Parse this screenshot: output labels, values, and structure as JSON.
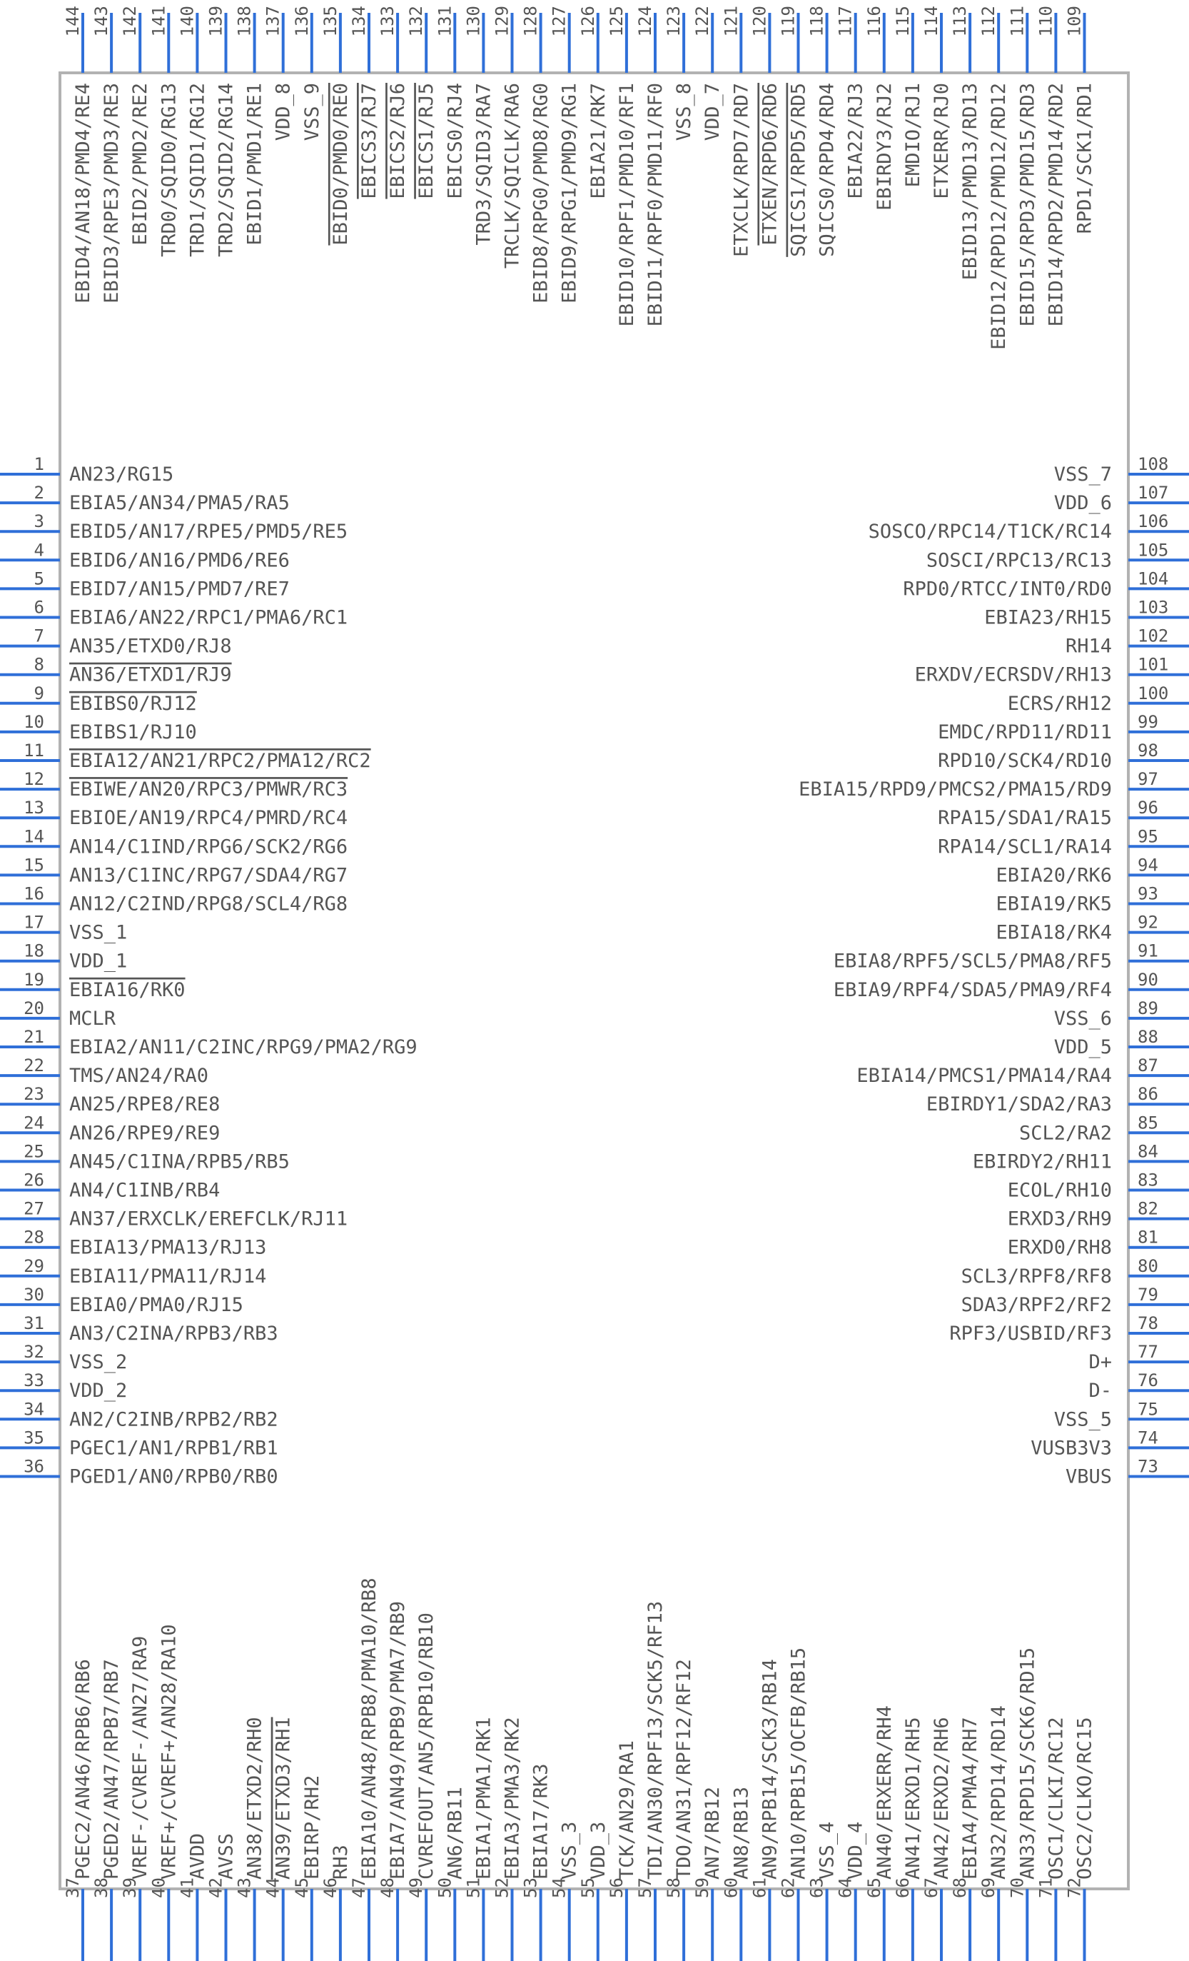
{
  "colors": {
    "pin": "#2f6fd8",
    "body_stroke": "#b2b2b2",
    "text": "#555555"
  },
  "overbars": [
    "AN36/ETXD1/RJ9",
    "EBIBS0/RJ12",
    "EBIA12/AN21/RPC2/PMA12/RC2",
    "EBIWE/AN20/RPC3/PMWR/RC3",
    "EBIA16/RK0",
    "EBID0/PMD0/RE0",
    "EBICS3/RJ7",
    "EBICS2/RJ6",
    "EBICS1/RJ5",
    "ETXEN/RPD6/RD6",
    "SQICS1/RPD5/RD5",
    "AN39/ETXD3/RH1"
  ],
  "left": [
    {
      "n": "1",
      "label": "AN23/RG15"
    },
    {
      "n": "2",
      "label": "EBIA5/AN34/PMA5/RA5"
    },
    {
      "n": "3",
      "label": "EBID5/AN17/RPE5/PMD5/RE5"
    },
    {
      "n": "4",
      "label": "EBID6/AN16/PMD6/RE6"
    },
    {
      "n": "5",
      "label": "EBID7/AN15/PMD7/RE7"
    },
    {
      "n": "6",
      "label": "EBIA6/AN22/RPC1/PMA6/RC1"
    },
    {
      "n": "7",
      "label": "AN35/ETXD0/RJ8"
    },
    {
      "n": "8",
      "label": "AN36/ETXD1/RJ9"
    },
    {
      "n": "9",
      "label": "EBIBS0/RJ12"
    },
    {
      "n": "10",
      "label": "EBIBS1/RJ10"
    },
    {
      "n": "11",
      "label": "EBIA12/AN21/RPC2/PMA12/RC2"
    },
    {
      "n": "12",
      "label": "EBIWE/AN20/RPC3/PMWR/RC3"
    },
    {
      "n": "13",
      "label": "EBIOE/AN19/RPC4/PMRD/RC4"
    },
    {
      "n": "14",
      "label": "AN14/C1IND/RPG6/SCK2/RG6"
    },
    {
      "n": "15",
      "label": "AN13/C1INC/RPG7/SDA4/RG7"
    },
    {
      "n": "16",
      "label": "AN12/C2IND/RPG8/SCL4/RG8"
    },
    {
      "n": "17",
      "label": "VSS_1"
    },
    {
      "n": "18",
      "label": "VDD_1"
    },
    {
      "n": "19",
      "label": "EBIA16/RK0"
    },
    {
      "n": "20",
      "label": "MCLR"
    },
    {
      "n": "21",
      "label": "EBIA2/AN11/C2INC/RPG9/PMA2/RG9"
    },
    {
      "n": "22",
      "label": "TMS/AN24/RA0"
    },
    {
      "n": "23",
      "label": "AN25/RPE8/RE8"
    },
    {
      "n": "24",
      "label": "AN26/RPE9/RE9"
    },
    {
      "n": "25",
      "label": "AN45/C1INA/RPB5/RB5"
    },
    {
      "n": "26",
      "label": "AN4/C1INB/RB4"
    },
    {
      "n": "27",
      "label": "AN37/ERXCLK/EREFCLK/RJ11"
    },
    {
      "n": "28",
      "label": "EBIA13/PMA13/RJ13"
    },
    {
      "n": "29",
      "label": "EBIA11/PMA11/RJ14"
    },
    {
      "n": "30",
      "label": "EBIA0/PMA0/RJ15"
    },
    {
      "n": "31",
      "label": "AN3/C2INA/RPB3/RB3"
    },
    {
      "n": "32",
      "label": "VSS_2"
    },
    {
      "n": "33",
      "label": "VDD_2"
    },
    {
      "n": "34",
      "label": "AN2/C2INB/RPB2/RB2"
    },
    {
      "n": "35",
      "label": "PGEC1/AN1/RPB1/RB1"
    },
    {
      "n": "36",
      "label": "PGED1/AN0/RPB0/RB0"
    }
  ],
  "right": [
    {
      "n": "108",
      "label": "VSS_7"
    },
    {
      "n": "107",
      "label": "VDD_6"
    },
    {
      "n": "106",
      "label": "SOSCO/RPC14/T1CK/RC14"
    },
    {
      "n": "105",
      "label": "SOSCI/RPC13/RC13"
    },
    {
      "n": "104",
      "label": "RPD0/RTCC/INT0/RD0"
    },
    {
      "n": "103",
      "label": "EBIA23/RH15"
    },
    {
      "n": "102",
      "label": "RH14"
    },
    {
      "n": "101",
      "label": "ERXDV/ECRSDV/RH13"
    },
    {
      "n": "100",
      "label": "ECRS/RH12"
    },
    {
      "n": "99",
      "label": "EMDC/RPD11/RD11"
    },
    {
      "n": "98",
      "label": "RPD10/SCK4/RD10"
    },
    {
      "n": "97",
      "label": "EBIA15/RPD9/PMCS2/PMA15/RD9"
    },
    {
      "n": "96",
      "label": "RPA15/SDA1/RA15"
    },
    {
      "n": "95",
      "label": "RPA14/SCL1/RA14"
    },
    {
      "n": "94",
      "label": "EBIA20/RK6"
    },
    {
      "n": "93",
      "label": "EBIA19/RK5"
    },
    {
      "n": "92",
      "label": "EBIA18/RK4"
    },
    {
      "n": "91",
      "label": "EBIA8/RPF5/SCL5/PMA8/RF5"
    },
    {
      "n": "90",
      "label": "EBIA9/RPF4/SDA5/PMA9/RF4"
    },
    {
      "n": "89",
      "label": "VSS_6"
    },
    {
      "n": "88",
      "label": "VDD_5"
    },
    {
      "n": "87",
      "label": "EBIA14/PMCS1/PMA14/RA4"
    },
    {
      "n": "86",
      "label": "EBIRDY1/SDA2/RA3"
    },
    {
      "n": "85",
      "label": "SCL2/RA2"
    },
    {
      "n": "84",
      "label": "EBIRDY2/RH11"
    },
    {
      "n": "83",
      "label": "ECOL/RH10"
    },
    {
      "n": "82",
      "label": "ERXD3/RH9"
    },
    {
      "n": "81",
      "label": "ERXD0/RH8"
    },
    {
      "n": "80",
      "label": "SCL3/RPF8/RF8"
    },
    {
      "n": "79",
      "label": "SDA3/RPF2/RF2"
    },
    {
      "n": "78",
      "label": "RPF3/USBID/RF3"
    },
    {
      "n": "77",
      "label": "D+"
    },
    {
      "n": "76",
      "label": "D-"
    },
    {
      "n": "75",
      "label": "VSS_5"
    },
    {
      "n": "74",
      "label": "VUSB3V3"
    },
    {
      "n": "73",
      "label": "VBUS"
    }
  ],
  "top": [
    {
      "n": "144",
      "label": "EBID4/AN18/PMD4/RE4"
    },
    {
      "n": "143",
      "label": "EBID3/RPE3/PMD3/RE3"
    },
    {
      "n": "142",
      "label": "EBID2/PMD2/RE2"
    },
    {
      "n": "141",
      "label": "TRD0/SQID0/RG13"
    },
    {
      "n": "140",
      "label": "TRD1/SQID1/RG12"
    },
    {
      "n": "139",
      "label": "TRD2/SQID2/RG14"
    },
    {
      "n": "138",
      "label": "EBID1/PMD1/RE1"
    },
    {
      "n": "137",
      "label": "VDD_8"
    },
    {
      "n": "136",
      "label": "VSS_9"
    },
    {
      "n": "135",
      "label": "EBID0/PMD0/RE0"
    },
    {
      "n": "134",
      "label": "EBICS3/RJ7"
    },
    {
      "n": "133",
      "label": "EBICS2/RJ6"
    },
    {
      "n": "132",
      "label": "EBICS1/RJ5"
    },
    {
      "n": "131",
      "label": "EBICS0/RJ4"
    },
    {
      "n": "130",
      "label": "TRD3/SQID3/RA7"
    },
    {
      "n": "129",
      "label": "TRCLK/SQICLK/RA6"
    },
    {
      "n": "128",
      "label": "EBID8/RPG0/PMD8/RG0"
    },
    {
      "n": "127",
      "label": "EBID9/RPG1/PMD9/RG1"
    },
    {
      "n": "126",
      "label": "EBIA21/RK7"
    },
    {
      "n": "125",
      "label": "EBID10/RPF1/PMD10/RF1"
    },
    {
      "n": "124",
      "label": "EBID11/RPF0/PMD11/RF0"
    },
    {
      "n": "123",
      "label": "VSS_8"
    },
    {
      "n": "122",
      "label": "VDD_7"
    },
    {
      "n": "121",
      "label": "ETXCLK/RPD7/RD7"
    },
    {
      "n": "120",
      "label": "ETXEN/RPD6/RD6"
    },
    {
      "n": "119",
      "label": "SQICS1/RPD5/RD5"
    },
    {
      "n": "118",
      "label": "SQICS0/RPD4/RD4"
    },
    {
      "n": "117",
      "label": "EBIA22/RJ3"
    },
    {
      "n": "116",
      "label": "EBIRDY3/RJ2"
    },
    {
      "n": "115",
      "label": "EMDIO/RJ1"
    },
    {
      "n": "114",
      "label": "ETXERR/RJ0"
    },
    {
      "n": "113",
      "label": "EBID13/PMD13/RD13"
    },
    {
      "n": "112",
      "label": "EBID12/RPD12/PMD12/RD12"
    },
    {
      "n": "111",
      "label": "EBID15/RPD3/PMD15/RD3"
    },
    {
      "n": "110",
      "label": "EBID14/RPD2/PMD14/RD2"
    },
    {
      "n": "109",
      "label": "RPD1/SCK1/RD1"
    }
  ],
  "bottom": [
    {
      "n": "37",
      "label": "PGEC2/AN46/RPB6/RB6"
    },
    {
      "n": "38",
      "label": "PGED2/AN47/RPB7/RB7"
    },
    {
      "n": "39",
      "label": "VREF-/CVREF-/AN27/RA9"
    },
    {
      "n": "40",
      "label": "VREF+/CVREF+/AN28/RA10"
    },
    {
      "n": "41",
      "label": "AVDD"
    },
    {
      "n": "42",
      "label": "AVSS"
    },
    {
      "n": "43",
      "label": "AN38/ETXD2/RH0"
    },
    {
      "n": "44",
      "label": "AN39/ETXD3/RH1"
    },
    {
      "n": "45",
      "label": "EBIRP/RH2"
    },
    {
      "n": "46",
      "label": "RH3"
    },
    {
      "n": "47",
      "label": "EBIA10/AN48/RPB8/PMA10/RB8"
    },
    {
      "n": "48",
      "label": "EBIA7/AN49/RPB9/PMA7/RB9"
    },
    {
      "n": "49",
      "label": "CVREFOUT/AN5/RPB10/RB10"
    },
    {
      "n": "50",
      "label": "AN6/RB11"
    },
    {
      "n": "51",
      "label": "EBIA1/PMA1/RK1"
    },
    {
      "n": "52",
      "label": "EBIA3/PMA3/RK2"
    },
    {
      "n": "53",
      "label": "EBIA17/RK3"
    },
    {
      "n": "54",
      "label": "VSS_3"
    },
    {
      "n": "55",
      "label": "VDD_3"
    },
    {
      "n": "56",
      "label": "TCK/AN29/RA1"
    },
    {
      "n": "57",
      "label": "TDI/AN30/RPF13/SCK5/RF13"
    },
    {
      "n": "58",
      "label": "TDO/AN31/RPF12/RF12"
    },
    {
      "n": "59",
      "label": "AN7/RB12"
    },
    {
      "n": "60",
      "label": "AN8/RB13"
    },
    {
      "n": "61",
      "label": "AN9/RPB14/SCK3/RB14"
    },
    {
      "n": "62",
      "label": "AN10/RPB15/OCFB/RB15"
    },
    {
      "n": "63",
      "label": "VSS_4"
    },
    {
      "n": "64",
      "label": "VDD_4"
    },
    {
      "n": "65",
      "label": "AN40/ERXERR/RH4"
    },
    {
      "n": "66",
      "label": "AN41/ERXD1/RH5"
    },
    {
      "n": "67",
      "label": "AN42/ERXD2/RH6"
    },
    {
      "n": "68",
      "label": "EBIA4/PMA4/RH7"
    },
    {
      "n": "69",
      "label": "AN32/RPD14/RD14"
    },
    {
      "n": "70",
      "label": "AN33/RPD15/SCK6/RD15"
    },
    {
      "n": "71",
      "label": "OSC1/CLKI/RC12"
    },
    {
      "n": "72",
      "label": "OSC2/CLKO/RC15"
    }
  ]
}
